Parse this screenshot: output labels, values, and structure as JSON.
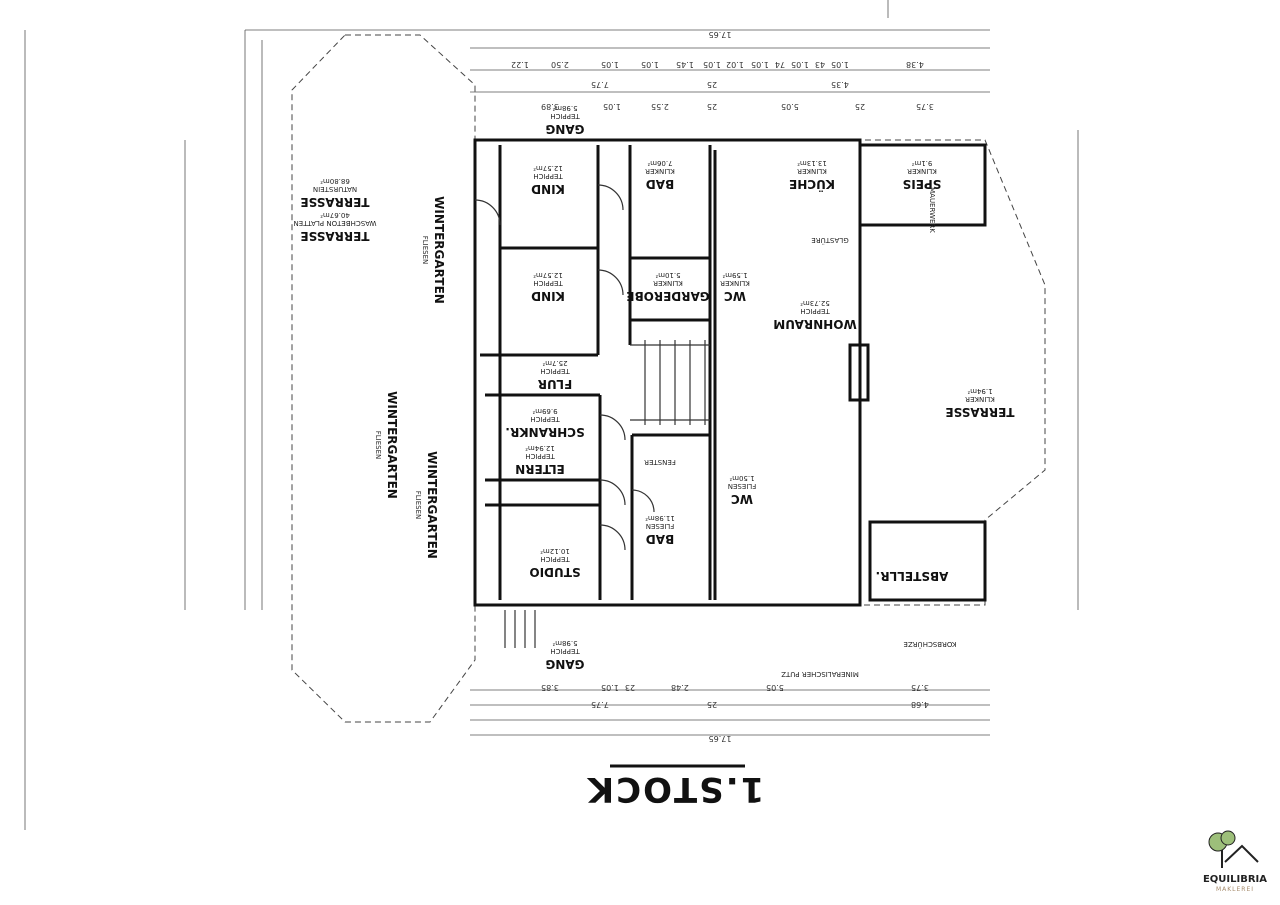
{
  "plan": {
    "title": "1.STOCK",
    "overall_width": "17.65",
    "rooms": [
      {
        "name": "KIND",
        "floor": "TEPPICH",
        "area": "12.57m²"
      },
      {
        "name": "KIND",
        "floor": "TEPPICH",
        "area": "12.57m²"
      },
      {
        "name": "BAD",
        "floor": "KLINKER",
        "area": "7.06m²"
      },
      {
        "name": "GARDEROBE",
        "floor": "KLINKER",
        "area": "5.10m²"
      },
      {
        "name": "WC",
        "floor": "KLINKER",
        "area": "1.59m²"
      },
      {
        "name": "KÜCHE",
        "floor": "KLINKER",
        "area": "13.13m²"
      },
      {
        "name": "SPEIS",
        "floor": "KLINKER",
        "area": "9.1m²"
      },
      {
        "name": "WOHNRAUM",
        "floor": "TEPPICH",
        "area": "52.73m²"
      },
      {
        "name": "FLUR",
        "floor": "TEPPICH",
        "area": "25.7m²"
      },
      {
        "name": "SCHRANKR.",
        "floor": "TEPPICH",
        "area": "9.69m²"
      },
      {
        "name": "ELTERN",
        "floor": "TEPPICH",
        "area": "12.94m²"
      },
      {
        "name": "BAD",
        "floor": "FLIESEN",
        "area": "11.98m²"
      },
      {
        "name": "WC",
        "floor": "FLIESEN",
        "area": "1.50m²"
      },
      {
        "name": "STUDIO",
        "floor": "TEPPICH",
        "area": "10.12m²"
      },
      {
        "name": "TERRASSE",
        "floor": "KLINKER",
        "area": "1.94m²"
      },
      {
        "name": "ABSTELLR.",
        "floor": "",
        "area": ""
      },
      {
        "name": "GANG",
        "floor": "TEPPICH",
        "area": "5.98m²"
      },
      {
        "name": "GANG",
        "floor": "TEPPICH",
        "area": "5.98m²"
      },
      {
        "name": "TERRASSE",
        "floor": "NATURSTEIN",
        "area": "68.80m²"
      },
      {
        "name": "TERRASSE",
        "floor": "WASCHBETON PLATTEN",
        "area": "40.67m²"
      }
    ],
    "wintergarten": [
      "WINTERGARTEN",
      "WINTERGARTEN",
      "WINTERGARTEN"
    ],
    "wintergarten_floor": "FLIESEN",
    "top_dims": [
      "1.22",
      "2.50",
      "1.05",
      "1.05",
      "1.45",
      "1.05",
      "1.02",
      "1.05",
      "74",
      "1.05",
      "43",
      "1.05",
      "4.38"
    ],
    "top_dims_row2": [
      "3.89",
      "1.05",
      "2.55",
      "25",
      "5.05",
      "25",
      "3.75"
    ],
    "top_dims_row3": [
      "7.75",
      "25",
      "4.35"
    ],
    "bottom_dims": [
      "3.85",
      "1.05",
      "23",
      "2.48",
      "5.05",
      "3.75"
    ],
    "bottom_dims_row2": [
      "7.75",
      "25",
      "4.68"
    ],
    "notes": [
      "MINERALISCHER PUTZ",
      "MAUERWERK",
      "FENSTER",
      "GLASTÜRE",
      "KORBSCHÜRZE"
    ]
  },
  "logo": {
    "name": "EQUILIBRIA",
    "sub": "MAKLEREI",
    "tree_color": "#9dbf7a"
  }
}
